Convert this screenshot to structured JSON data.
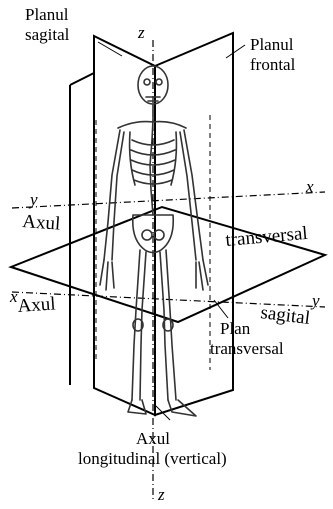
{
  "labels": {
    "planul_sagital_l1": "Planul",
    "planul_sagital_l2": "sagital",
    "planul_frontal_l1": "Planul",
    "planul_frontal_l2": "frontal",
    "axis_z_top": "z",
    "axis_z_bottom": "z",
    "axis_y_upper": "y",
    "axis_x_upper": "x",
    "axis_x_lower": "x",
    "axis_y_lower": "y",
    "axul_upper": "Axul",
    "transversal": "transversal",
    "axul_lower": "Axul",
    "sagital": "sagital",
    "plan_l1": "Plan",
    "plan_l2": "transversal",
    "axul_longitudinal_l1": "Axul",
    "axul_longitudinal_l2": "longitudinal (vertical)"
  },
  "colors": {
    "line": "#000000",
    "skeleton": "#333333"
  }
}
